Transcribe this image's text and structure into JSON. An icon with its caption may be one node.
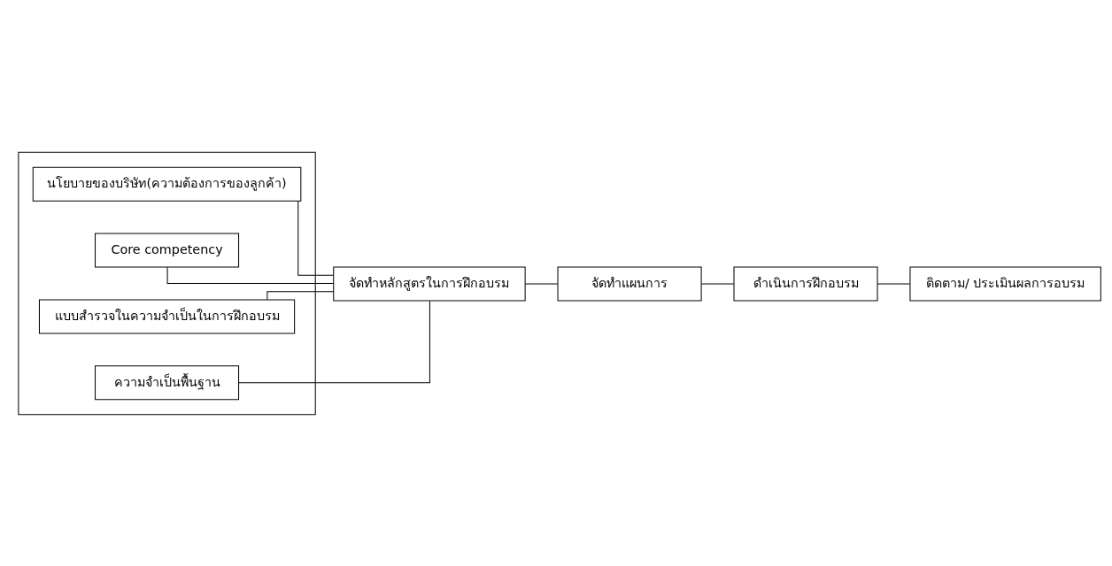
{
  "diagram": {
    "nodes": [
      {
        "text": [],
        "shape": "box"
      },
      {
        "text": [
          "นโยบายของบริษัท(ความต้องการของลูกค้า)"
        ],
        "in": 0
      },
      {
        "text": [
          "Core competency"
        ],
        "in": 0
      },
      {
        "text": [
          "แบบสำรวจในความจำเป็นในการฝึกอบรม"
        ],
        "in": 0
      },
      {
        "text": [
          "ความจำเป็นพื้นฐาน"
        ],
        "in": 0
      },
      {
        "text": [
          "จัดทำหลักสูตรในการฝึกอบรม"
        ]
      },
      {
        "text": [
          "จัดทำแผนการ"
        ]
      },
      {
        "text": [
          "ดำเนินการฝึกอบรม"
        ]
      },
      {
        "text": [
          "ติดตาม/ ประเมินผลการอบรม"
        ]
      }
    ],
    "edges": [
      {
        "from": 1,
        "to": 5,
        "arrow": "none"
      },
      {
        "from": 2,
        "to": 5,
        "arrow": "none"
      },
      {
        "from": 3,
        "to": 5,
        "arrow": "none"
      },
      {
        "from": 4,
        "to": 5,
        "arrow": "none"
      },
      {
        "from": 5,
        "to": 6,
        "arrow": "none"
      },
      {
        "from": 6,
        "to": 7,
        "arrow": "none"
      },
      {
        "from": 7,
        "to": 8,
        "arrow": "none"
      }
    ]
  }
}
